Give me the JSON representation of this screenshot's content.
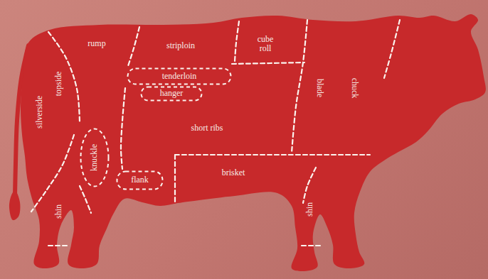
{
  "diagram": {
    "nodes": [
      {
        "text": [
          "tenderloin"
        ]
      },
      {
        "text": [
          "hanger"
        ]
      },
      {
        "text": [
          "knuckle"
        ]
      },
      {
        "text": [
          "flank"
        ]
      }
    ],
    "labels": [
      "rump",
      "striploin",
      "cube roll",
      "silverside",
      "topside",
      "blade",
      "chuck",
      "short ribs",
      "brisket",
      "shin",
      "shin"
    ]
  }
}
